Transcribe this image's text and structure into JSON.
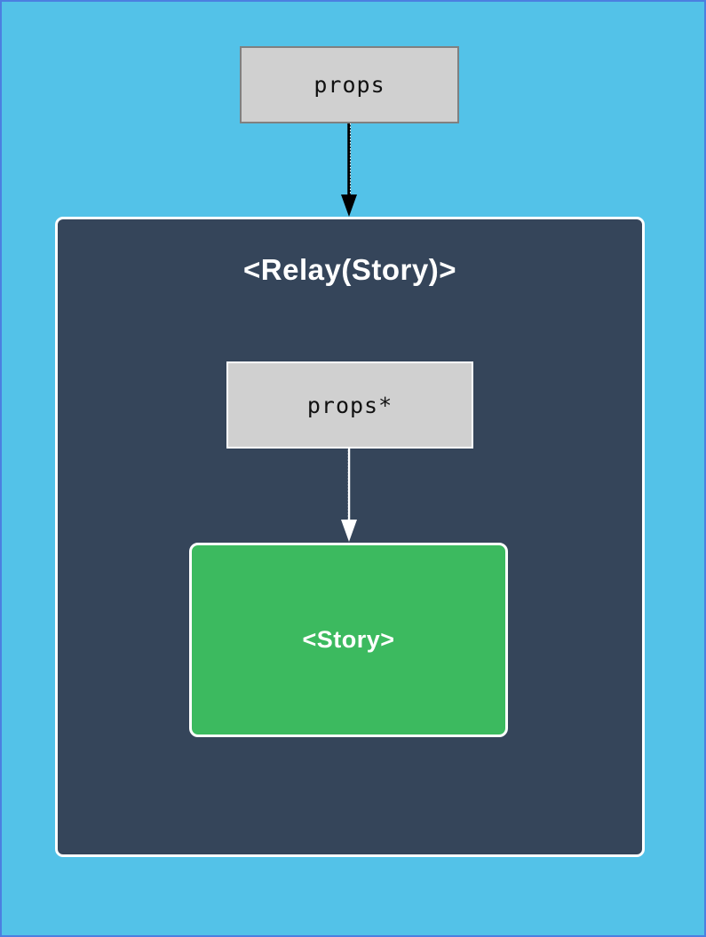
{
  "diagram": {
    "outer_props": {
      "label": "props"
    },
    "relay_container": {
      "label": "<Relay(Story)>"
    },
    "inner_props": {
      "label": "props*"
    },
    "story": {
      "label": "<Story>"
    }
  },
  "colors": {
    "page_background": "#53c2e8",
    "page_border_blue": "#4b7fe0",
    "relay_container_background": "#35455a",
    "relay_container_border": "#ffffff",
    "story_green": "#3cba5f",
    "props_box_fill": "#d0d0d0",
    "props_box_border_gray": "#808080",
    "props_star_border_white": "#ffffff",
    "arrow_black": "#000000",
    "arrow_white": "#ffffff",
    "text_dark": "#111111",
    "text_white": "#ffffff"
  }
}
